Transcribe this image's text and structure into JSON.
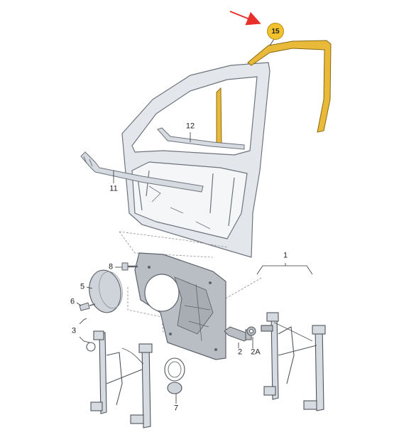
{
  "colors": {
    "highlight": "#e9b93a",
    "arrow": "#e8302a",
    "metal_fill": "#e3e7ec",
    "metal_line": "#6e747c",
    "plate_fill": "#b9bec4",
    "badge": "#f2c12e"
  },
  "highlighted_part": {
    "label": "15",
    "icon": "red-arrow-icon"
  },
  "callouts": {
    "p15": "15",
    "p12": "12",
    "p11": "11",
    "p1": "1",
    "p8": "8",
    "p5": "5",
    "p6": "6",
    "p3": "3",
    "p2": "2",
    "p2a": "2A",
    "p7": "7"
  }
}
